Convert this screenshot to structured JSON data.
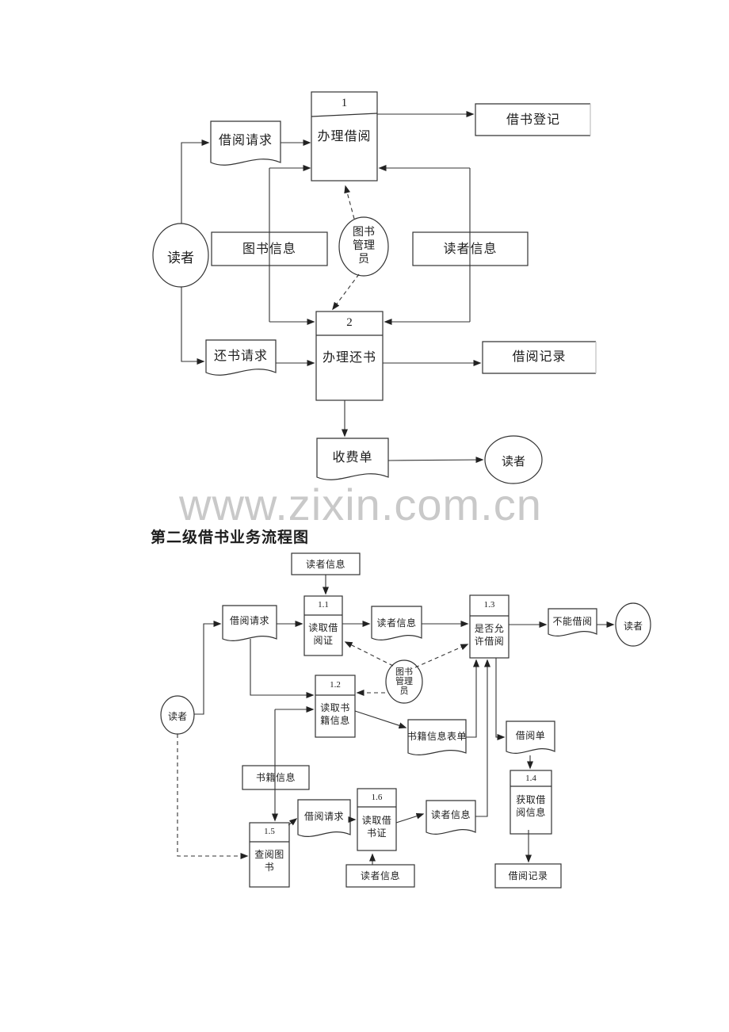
{
  "page": {
    "watermark": "www.zixin.com.cn",
    "section2_title": "第二级借书业务流程图"
  },
  "d1": {
    "reader_left": "读者",
    "doc_borrow_request": "借阅请求",
    "proc1": {
      "id": "1",
      "name": "办理借阅"
    },
    "store_borrow_register": "借书登记",
    "store_book_info": "图书信息",
    "manager": "图书\n管理\n员",
    "store_reader_info": "读者信息",
    "proc2": {
      "id": "2",
      "name": "办理还书"
    },
    "doc_return_request": "还书请求",
    "store_borrow_record": "借阅记录",
    "doc_fee_slip": "收费单",
    "reader_right": "读者"
  },
  "d2": {
    "store_reader_info_top": "读者信息",
    "doc_borrow_request": "借阅请求",
    "proc11": {
      "id": "1.1",
      "name": "读取借\n阅证"
    },
    "doc_reader_info": "读者信息",
    "proc13": {
      "id": "1.3",
      "name": "是否允\n许借阅"
    },
    "doc_cannot_borrow": "不能借阅",
    "reader_right": "读者",
    "manager": "图书\n管理\n员",
    "proc12": {
      "id": "1.2",
      "name": "读取书\n籍信息"
    },
    "doc_book_info_form": "书籍信息表单",
    "doc_borrow_slip": "借阅单",
    "reader_left": "读者",
    "store_book_info": "书籍信息",
    "proc15": {
      "id": "1.5",
      "name": "查阅图\n书"
    },
    "doc_borrow_request_2": "借阅请求",
    "proc16": {
      "id": "1.6",
      "name": "读取借\n书证"
    },
    "doc_reader_info_2": "读者信息",
    "proc14": {
      "id": "1.4",
      "name": "获取借\n阅信息"
    },
    "store_reader_info": "读者信息",
    "store_borrow_record": "借阅记录"
  }
}
